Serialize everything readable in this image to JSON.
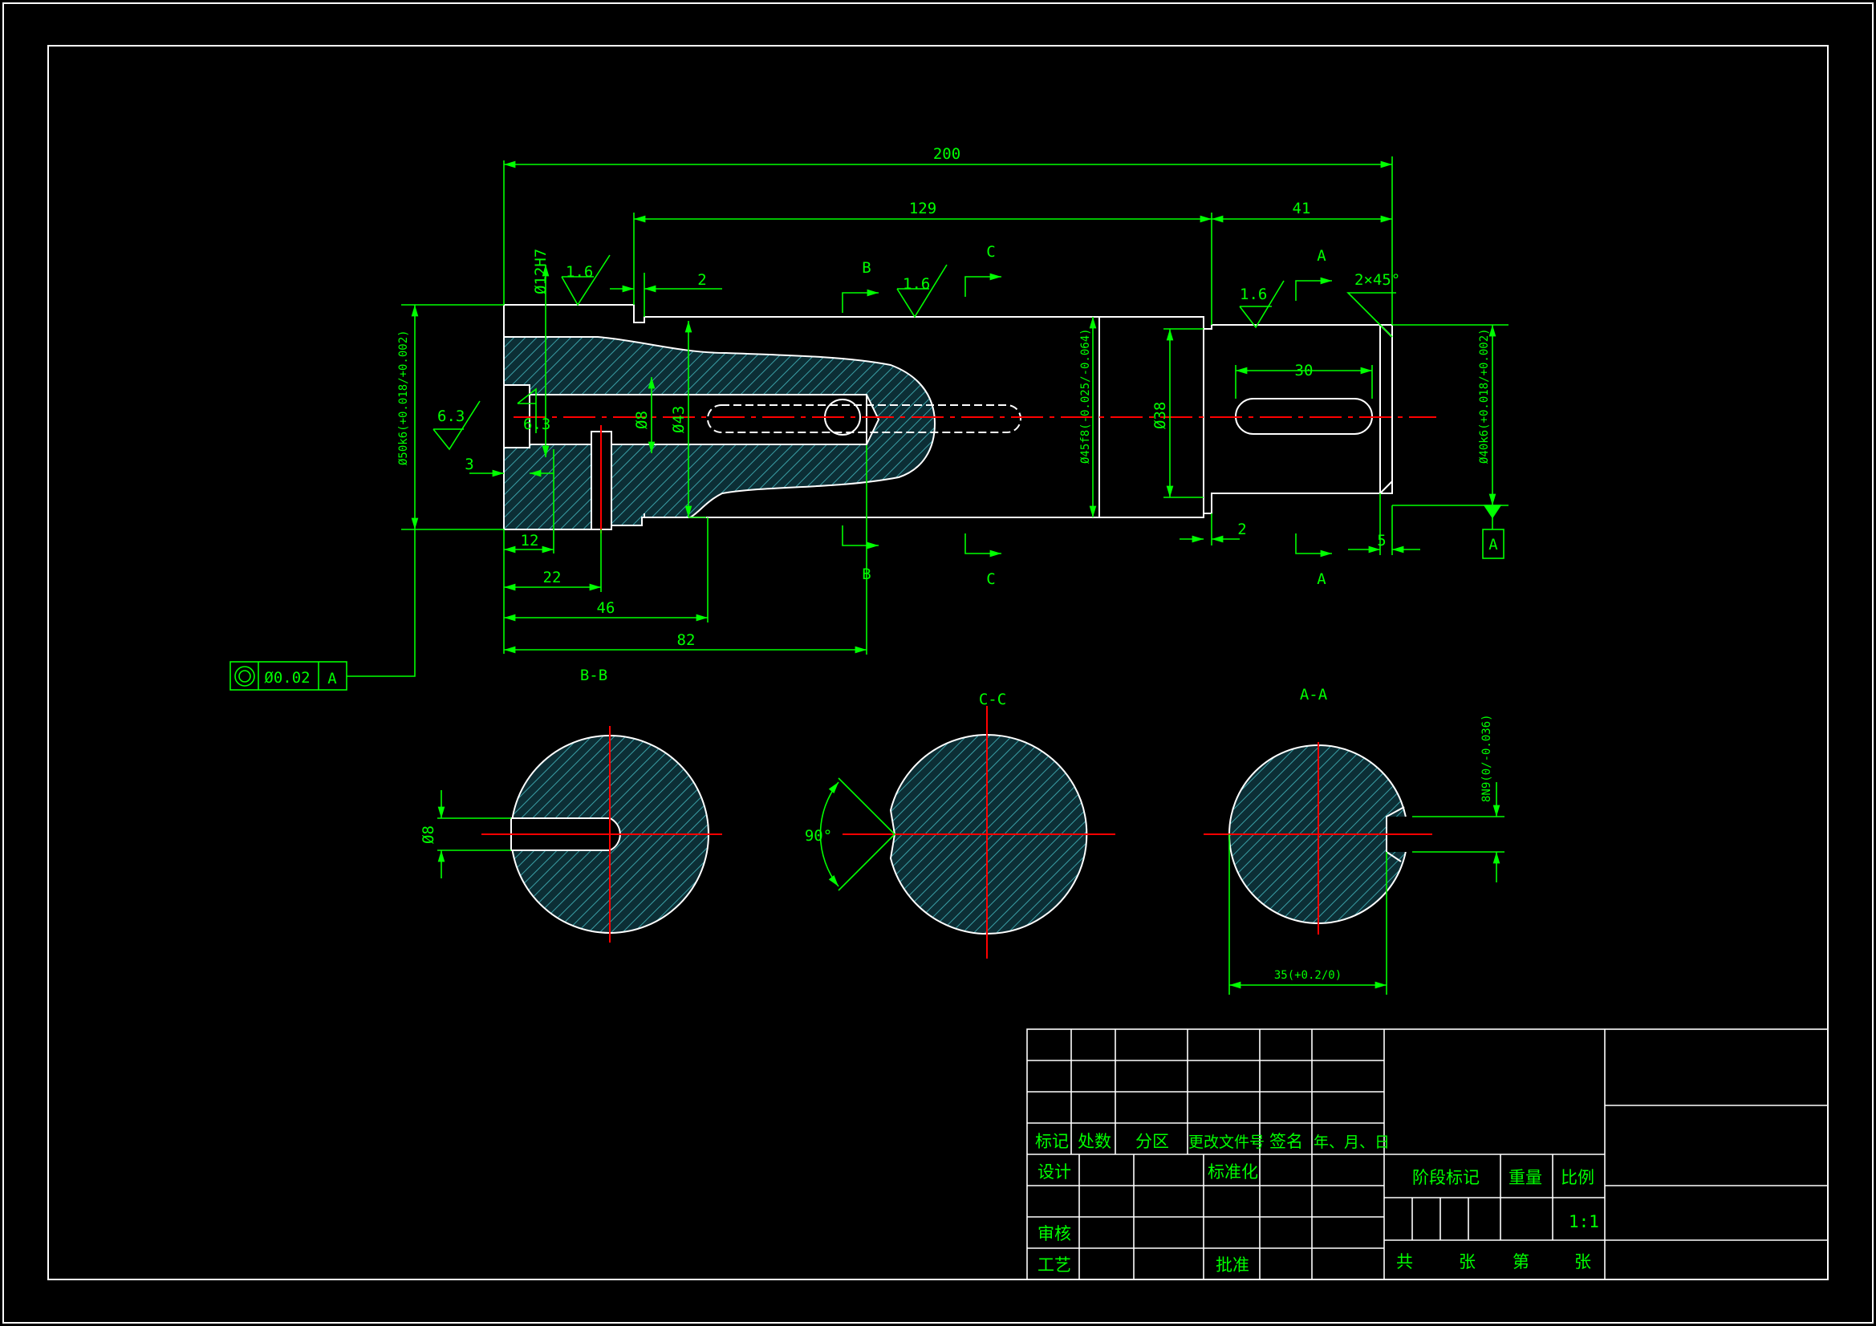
{
  "colors": {
    "background": "#000000",
    "outline": "#ffffff",
    "dimension": "#00ff00",
    "centerline": "#ff0000",
    "hatch": "#3a9fa6",
    "section_fill": "#0c2e35"
  },
  "dims": {
    "overall": "200",
    "d129": "129",
    "d41": "41",
    "d2_top": "2",
    "d2_bot": "2",
    "d5": "5",
    "d30": "30",
    "d12": "12",
    "d22": "22",
    "d46": "46",
    "d82": "82",
    "d3": "3",
    "chamfer": "2×45°",
    "dia_phi12": "Ø12H7",
    "dia_phi50": "Ø50k6(+0.018/+0.002)",
    "dia_phi8": "Ø8",
    "dia_phi43": "Ø43",
    "dia_phi45": "Ø45f8(-0.025/-0.064)",
    "dia_phi38": "Ø38",
    "dia_phi40": "Ø40k6(+0.018/+0.002)"
  },
  "roughness": {
    "r1": "1.6",
    "r2": "1.6",
    "r3": "1.6",
    "r4": "6.3",
    "r5": "6.3"
  },
  "section_marks": {
    "b_top": "B",
    "b_bot": "B",
    "c_top": "C",
    "c_bot": "C",
    "a_top": "A",
    "a_bot": "A"
  },
  "datum": {
    "label": "A"
  },
  "tolerance_frame": {
    "value": "Ø0.02",
    "datum": "A"
  },
  "sections": {
    "bb": {
      "title": "B-B",
      "dim": "Ø8"
    },
    "cc": {
      "title": "C-C",
      "dim": "90°"
    },
    "aa": {
      "title": "A-A",
      "dim_width": "8N9(0/-0.036)",
      "dim_depth": "35(+0.2/0)"
    }
  },
  "title_block": {
    "mark": "标记",
    "count": "处数",
    "zone": "分区",
    "change_doc": "更改文件号",
    "signature": "签名",
    "date": "年、月、日",
    "design": "设计",
    "standardize": "标准化",
    "review": "审核",
    "process": "工艺",
    "approve": "批准",
    "stage_mark": "阶段标记",
    "weight": "重量",
    "scale": "比例",
    "scale_value": "1:1",
    "total": "共",
    "sheet": "张",
    "page": "第",
    "sheet2": "张"
  }
}
